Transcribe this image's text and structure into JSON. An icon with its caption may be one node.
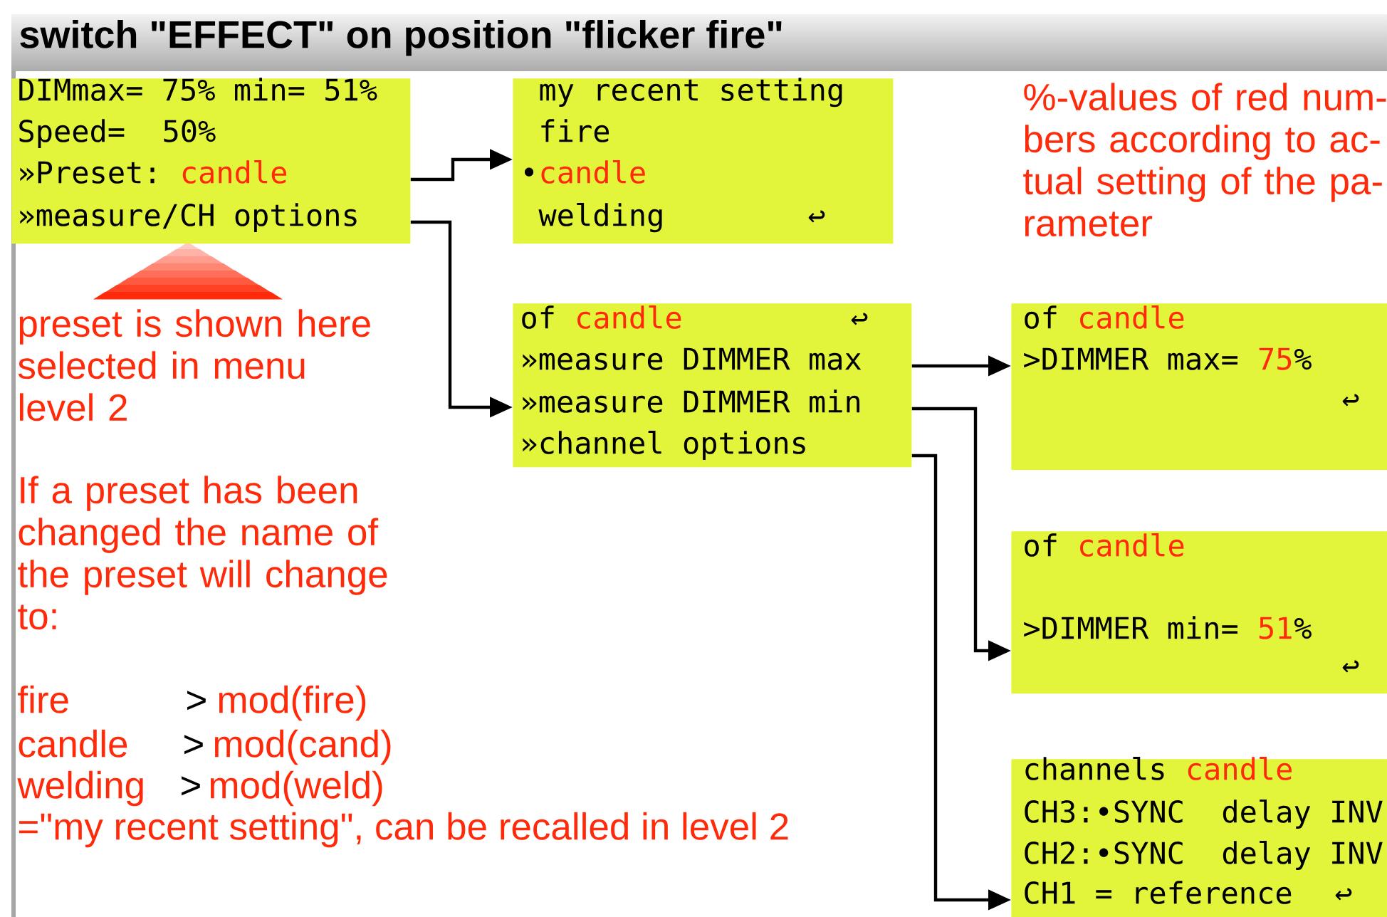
{
  "diagram": {
    "title": "switch \"EFFECT\" on position \"flicker fire\"",
    "nodes": [
      {
        "text": [
          "DIMmax= 75% min= 51%",
          "Speed=",
          "50%",
          "»Preset:",
          "candle",
          "»measure/CH options"
        ]
      },
      {
        "text": [
          "my recent setting",
          "fire",
          "•",
          "candle",
          "welding",
          "↩"
        ]
      },
      {
        "text": [
          "of",
          "candle",
          "↩",
          "»measure DIMMER max",
          "»measure DIMMER min",
          "»channel options"
        ]
      },
      {
        "text": [
          "of",
          "candle",
          ">DIMMER max=",
          "75",
          "%",
          "↩"
        ]
      },
      {
        "text": [
          "of",
          "candle",
          ">DIMMER min=",
          "51",
          "%",
          "↩"
        ]
      },
      {
        "text": [
          "channels",
          "candle",
          "CH3:•SYNC",
          "delay INV",
          "CH2:•SYNC",
          "delay INV",
          "CH1 = reference",
          "↩"
        ]
      }
    ],
    "edges": [
      {
        "from": 0,
        "to": 1,
        "arrow": "to"
      },
      {
        "from": 0,
        "to": 2,
        "arrow": "to"
      },
      {
        "from": 2,
        "to": 3,
        "arrow": "to"
      },
      {
        "from": 2,
        "to": 4,
        "arrow": "to"
      },
      {
        "from": 2,
        "to": 5,
        "arrow": "to"
      }
    ],
    "labels": [
      "%-values of red num- bers according to ac- tual setting of the pa- rameter",
      "preset is shown here selected in menu level 2",
      "If a preset has been changed the name of the preset will change to:",
      "fire",
      ">",
      "mod(fire)",
      "candle",
      ">",
      "mod(cand)",
      "welding",
      ">",
      "mod(weld)",
      "=\"my recent setting\", can be recalled in level 2"
    ]
  }
}
